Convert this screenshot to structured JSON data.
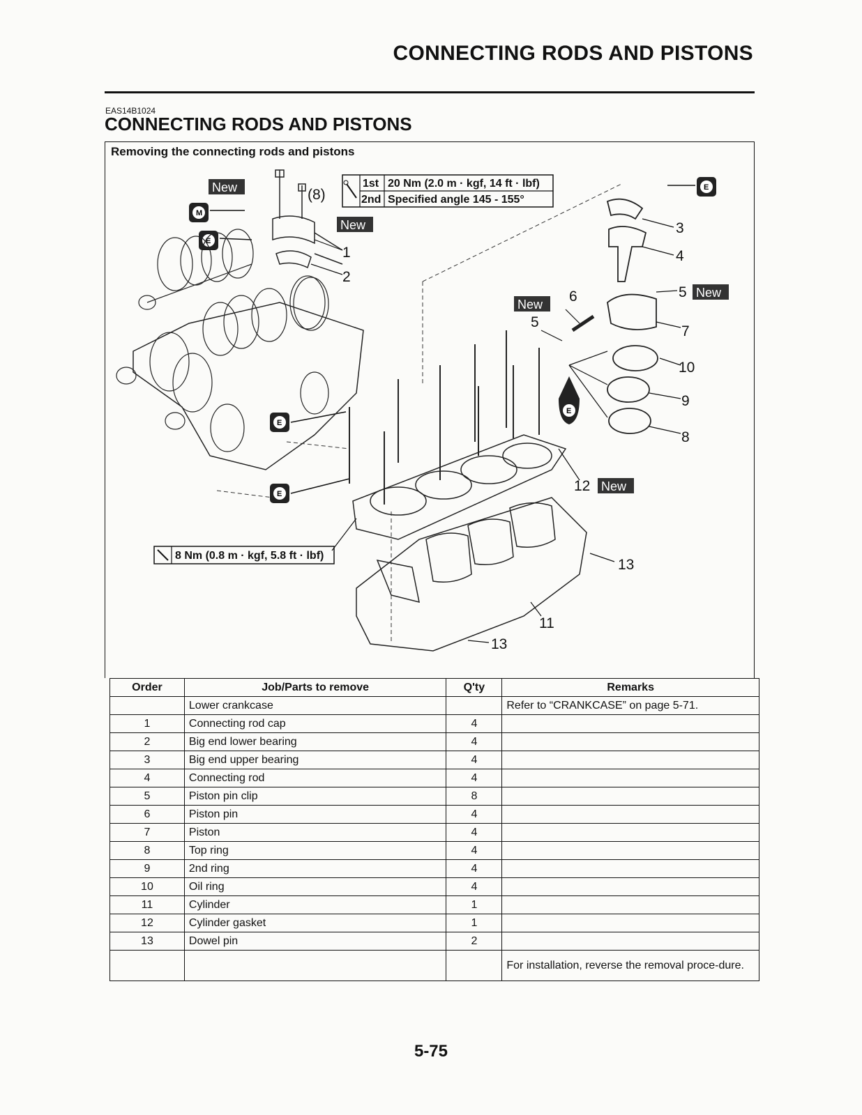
{
  "header": {
    "title": "CONNECTING RODS AND PISTONS"
  },
  "section": {
    "code": "EAS14B1024",
    "title": "CONNECTING RODS AND PISTONS"
  },
  "figure": {
    "caption": "Removing the connecting rods and pistons",
    "torque_rod_cap": {
      "step1": "1st",
      "value1": "20 Nm (2.0 m · kgf, 14 ft · lbf)",
      "step2": "2nd",
      "value2": "Specified angle 145 - 155°"
    },
    "torque_cylinder": "8 Nm (0.8 m · kgf, 5.8 ft · lbf)",
    "bolt_qty": "(8)",
    "new_badge": "New",
    "lube_engine_oil": "E",
    "lube_moly": "M",
    "callouts": [
      "1",
      "2",
      "3",
      "4",
      "5",
      "5",
      "6",
      "7",
      "8",
      "9",
      "10",
      "11",
      "12",
      "13",
      "13"
    ]
  },
  "table": {
    "headers": {
      "order": "Order",
      "job": "Job/Parts to remove",
      "qty": "Q'ty",
      "remarks": "Remarks"
    },
    "rows": [
      {
        "order": "",
        "job": "Lower crankcase",
        "qty": "",
        "remarks": "Refer to “CRANKCASE” on page 5-71."
      },
      {
        "order": "1",
        "job": "Connecting rod cap",
        "qty": "4",
        "remarks": ""
      },
      {
        "order": "2",
        "job": "Big end lower bearing",
        "qty": "4",
        "remarks": ""
      },
      {
        "order": "3",
        "job": "Big end upper bearing",
        "qty": "4",
        "remarks": ""
      },
      {
        "order": "4",
        "job": "Connecting rod",
        "qty": "4",
        "remarks": ""
      },
      {
        "order": "5",
        "job": "Piston pin clip",
        "qty": "8",
        "remarks": ""
      },
      {
        "order": "6",
        "job": "Piston pin",
        "qty": "4",
        "remarks": ""
      },
      {
        "order": "7",
        "job": "Piston",
        "qty": "4",
        "remarks": ""
      },
      {
        "order": "8",
        "job": "Top ring",
        "qty": "4",
        "remarks": ""
      },
      {
        "order": "9",
        "job": "2nd ring",
        "qty": "4",
        "remarks": ""
      },
      {
        "order": "10",
        "job": "Oil ring",
        "qty": "4",
        "remarks": ""
      },
      {
        "order": "11",
        "job": "Cylinder",
        "qty": "1",
        "remarks": ""
      },
      {
        "order": "12",
        "job": "Cylinder gasket",
        "qty": "1",
        "remarks": ""
      },
      {
        "order": "13",
        "job": "Dowel pin",
        "qty": "2",
        "remarks": ""
      },
      {
        "order": "",
        "job": "",
        "qty": "",
        "remarks": "For installation, reverse the removal proce-dure."
      }
    ]
  },
  "footer": {
    "page": "5-75"
  }
}
